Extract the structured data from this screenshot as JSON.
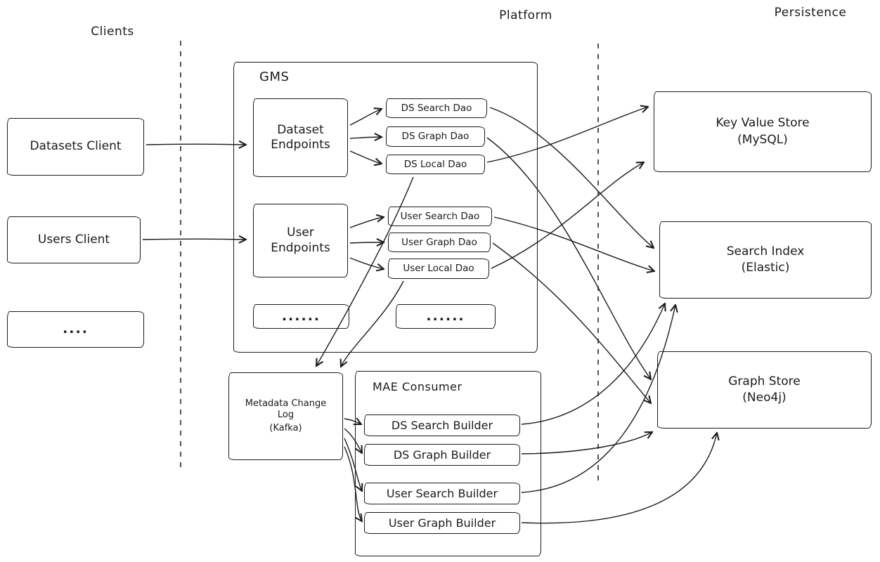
{
  "headers": {
    "clients": "Clients",
    "platform": "Platform",
    "persistence": "Persistence"
  },
  "clients": {
    "datasets_client": "Datasets Client",
    "users_client": "Users Client",
    "more": "...."
  },
  "gms": {
    "title": "GMS",
    "dataset_endpoints": "Dataset Endpoints",
    "user_endpoints": "User Endpoints",
    "more_left": "......",
    "more_right": "......",
    "ds_search_dao": "DS Search Dao",
    "ds_graph_dao": "DS Graph Dao",
    "ds_local_dao": "DS Local Dao",
    "user_search_dao": "User Search Dao",
    "user_graph_dao": "User Graph Dao",
    "user_local_dao": "User Local Dao"
  },
  "kafka": {
    "title": "Metadata Change Log",
    "subtitle": "(Kafka)"
  },
  "mae": {
    "title": "MAE Consumer",
    "ds_search_builder": "DS Search Builder",
    "ds_graph_builder": "DS Graph Builder",
    "user_search_builder": "User Search Builder",
    "user_graph_builder": "User Graph Builder"
  },
  "persistence": {
    "key_value_store_name": "Key Value Store",
    "key_value_store_tech": "(MySQL)",
    "search_index_name": "Search Index",
    "search_index_tech": "(Elastic)",
    "graph_store_name": "Graph Store",
    "graph_store_tech": "(Neo4j)"
  },
  "edges": [
    {
      "from": "datasets-client",
      "to": "dataset-endpoints"
    },
    {
      "from": "users-client",
      "to": "user-endpoints"
    },
    {
      "from": "dataset-endpoints",
      "to": "ds-search-dao"
    },
    {
      "from": "dataset-endpoints",
      "to": "ds-graph-dao"
    },
    {
      "from": "dataset-endpoints",
      "to": "ds-local-dao"
    },
    {
      "from": "user-endpoints",
      "to": "user-search-dao"
    },
    {
      "from": "user-endpoints",
      "to": "user-graph-dao"
    },
    {
      "from": "user-endpoints",
      "to": "user-local-dao"
    },
    {
      "from": "ds-search-dao",
      "to": "search-index"
    },
    {
      "from": "ds-graph-dao",
      "to": "graph-store"
    },
    {
      "from": "ds-local-dao",
      "to": "key-value-store"
    },
    {
      "from": "user-search-dao",
      "to": "search-index"
    },
    {
      "from": "user-graph-dao",
      "to": "graph-store"
    },
    {
      "from": "user-local-dao",
      "to": "key-value-store"
    },
    {
      "from": "ds-local-dao",
      "to": "metadata-change-log"
    },
    {
      "from": "user-local-dao",
      "to": "metadata-change-log"
    },
    {
      "from": "metadata-change-log",
      "to": "ds-search-builder"
    },
    {
      "from": "metadata-change-log",
      "to": "ds-graph-builder"
    },
    {
      "from": "metadata-change-log",
      "to": "user-search-builder"
    },
    {
      "from": "metadata-change-log",
      "to": "user-graph-builder"
    },
    {
      "from": "ds-search-builder",
      "to": "search-index"
    },
    {
      "from": "ds-graph-builder",
      "to": "graph-store"
    },
    {
      "from": "user-search-builder",
      "to": "search-index"
    },
    {
      "from": "user-graph-builder",
      "to": "graph-store"
    }
  ]
}
